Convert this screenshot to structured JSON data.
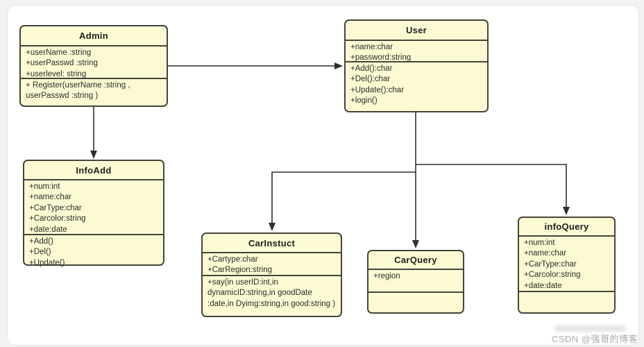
{
  "diagram_type": "uml-class-diagram",
  "classes": {
    "admin": {
      "title": "Admin",
      "attributes": [
        "+userName :string",
        "+userPasswd :string",
        "+userlevel: string"
      ],
      "methods": [
        "+ Register(userName :string , userPasswd :string )"
      ]
    },
    "user": {
      "title": "User",
      "attributes": [
        "+name:char",
        "+password:string"
      ],
      "methods": [
        "+Add():char",
        "+Del():char",
        "+Update():char",
        "+login()"
      ]
    },
    "infoadd": {
      "title": "InfoAdd",
      "attributes": [
        "+num:int",
        "+name:char",
        "+CarType:char",
        "+Carcolor:string",
        "+date:date"
      ],
      "methods": [
        "+Add()",
        "+Del()",
        "+Update()"
      ]
    },
    "carinstuct": {
      "title": "CarInstuct",
      "attributes": [
        "+Cartype:char",
        "+CarRegion:string"
      ],
      "methods": [
        "+say(in userID:int,in dynamicID:string,in goodDate :date,in Dyimg:string,in good:string )"
      ]
    },
    "carquery": {
      "title": "CarQuery",
      "attributes": [
        "+region"
      ],
      "methods": []
    },
    "infoquery": {
      "title": "infoQuery",
      "attributes": [
        "+num:int",
        "+name:char",
        "+CarType:char",
        "+Carcolor:string",
        "+date:date"
      ],
      "methods": []
    }
  },
  "relationships": [
    {
      "from": "Admin",
      "to": "User",
      "type": "directed-association"
    },
    {
      "from": "Admin",
      "to": "InfoAdd",
      "type": "directed-association"
    },
    {
      "from": "User",
      "to": "CarInstuct",
      "type": "directed-association"
    },
    {
      "from": "User",
      "to": "CarQuery",
      "type": "directed-association"
    },
    {
      "from": "User",
      "to": "infoQuery",
      "type": "directed-association"
    }
  ],
  "watermark": "CSDN @强哥的博客",
  "colors": {
    "class_fill": "#fbfad3",
    "class_border": "#45443a",
    "connector": "#2e2e2e",
    "background": "#ffffff",
    "watermark": "#ababab"
  }
}
